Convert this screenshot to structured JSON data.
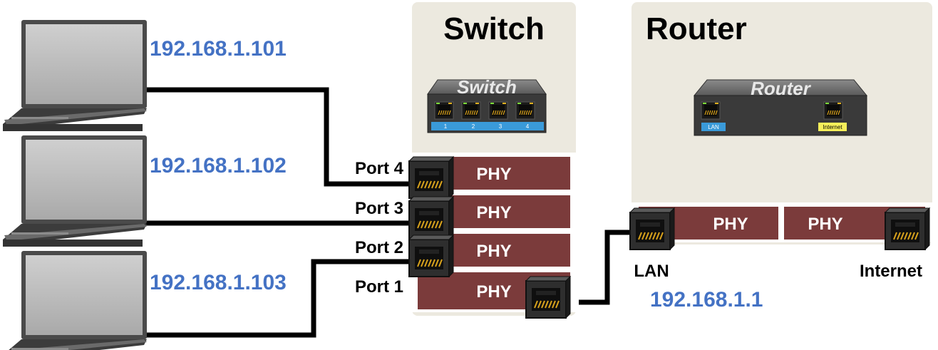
{
  "switch": {
    "title": "Switch",
    "device_label": "Switch",
    "device_port_numbers": [
      "1",
      "2",
      "3",
      "4"
    ],
    "port_labels": [
      "Port 4",
      "Port 3",
      "Port 2",
      "Port 1"
    ],
    "phy_labels": [
      "PHY",
      "PHY",
      "PHY",
      "PHY"
    ]
  },
  "router": {
    "title": "Router",
    "device_label": "Router",
    "device_lan_label": "LAN",
    "device_internet_label": "Internet",
    "phy_labels": [
      "PHY",
      "PHY"
    ],
    "lan_label": "LAN",
    "internet_label": "Internet",
    "lan_ip": "192.168.1.1"
  },
  "laptops": [
    {
      "ip": "192.168.1.101"
    },
    {
      "ip": "192.168.1.102"
    },
    {
      "ip": "192.168.1.103"
    }
  ],
  "colors": {
    "panel": "#ece9df",
    "phy": "#7b3b3b",
    "ip_text": "#4472c4",
    "port_strip": "#3a9ad9",
    "internet_tag": "#f6ef5a"
  }
}
